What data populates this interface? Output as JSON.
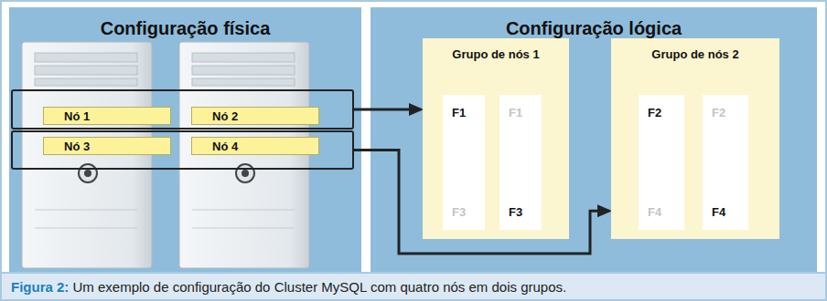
{
  "diagram": {
    "caption": "Figura 2: Um exemplo de configuração do Cluster MySQL com quatro nós em dois grupos.",
    "nodes": [
      {
        "text": [
          "Configuração física"
        ]
      },
      {
        "text": [],
        "in": 0
      },
      {
        "text": [
          "Nó 1"
        ],
        "in": 1
      },
      {
        "text": [
          "Nó 2"
        ],
        "in": 1
      },
      {
        "text": [],
        "in": 0
      },
      {
        "text": [
          "Nó 3"
        ],
        "in": 4
      },
      {
        "text": [
          "Nó 4"
        ],
        "in": 4
      },
      {
        "text": [
          "Configuração lógica"
        ]
      },
      {
        "text": [
          "Grupo de nós 1"
        ],
        "in": 7
      },
      {
        "text": [
          "F1",
          "F3"
        ],
        "in": 8
      },
      {
        "text": [
          "F1",
          "F3"
        ],
        "in": 8
      },
      {
        "text": [
          "Grupo de nós 2"
        ],
        "in": 7
      },
      {
        "text": [
          "F2",
          "F4"
        ],
        "in": 11
      },
      {
        "text": [
          "F2",
          "F4"
        ],
        "in": 11
      }
    ],
    "edges": [
      {
        "from": 1,
        "to": 8,
        "arrow": "to"
      },
      {
        "from": 4,
        "to": 11,
        "arrow": "to"
      }
    ]
  }
}
